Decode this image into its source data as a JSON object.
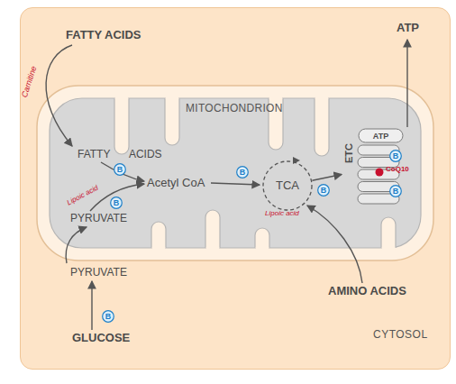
{
  "diagram": {
    "nodes": [
      {
        "text": [
          "CYTOSOL"
        ]
      },
      {
        "text": [
          "MITOCHONDRION"
        ],
        "in": 0
      },
      {
        "text": [
          "B"
        ],
        "in": 1
      },
      {
        "text": [
          "B"
        ],
        "in": 1
      },
      {
        "text": [
          "B"
        ],
        "in": 1
      },
      {
        "text": [
          "TCA"
        ],
        "in": 1
      },
      {
        "text": [
          "B"
        ],
        "in": 1
      },
      {
        "text": [
          "ETC",
          "ATP"
        ],
        "in": 1
      },
      {
        "text": [
          "B"
        ],
        "in": 7
      },
      {
        "text": [
          "B"
        ],
        "in": 7
      },
      {
        "text": [
          "B"
        ],
        "in": 0
      }
    ],
    "edges": [
      {
        "from": 5,
        "to": 7,
        "arrow": "to"
      }
    ],
    "labels": [
      "FATTY ACIDS",
      "Carnitine",
      "ATP",
      "FATTY ACIDS",
      "Acetyl CoA",
      "Lipoic acid",
      "PYRUVATE",
      "Lipoic acid",
      "CoQ10",
      "AMINO ACIDS",
      "PYRUVATE",
      "GLUCOSE"
    ]
  }
}
